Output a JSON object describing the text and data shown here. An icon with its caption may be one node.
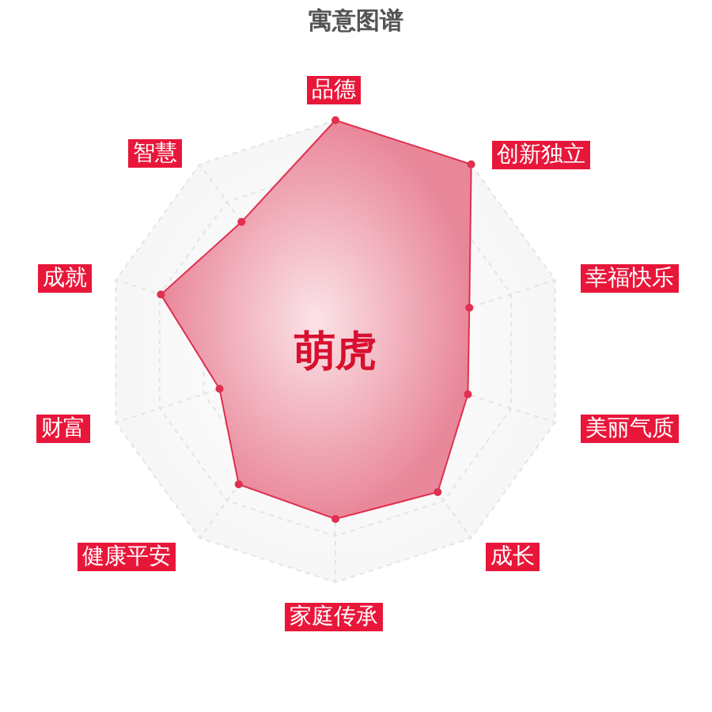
{
  "diagram": {
    "title": "寓意图谱",
    "labels": [
      "品德",
      "智慧",
      "创新独立",
      "成就",
      "幸福快乐",
      "萌虎",
      "财富",
      "美丽气质",
      "健康平安",
      "成长",
      "家庭传承"
    ]
  }
}
